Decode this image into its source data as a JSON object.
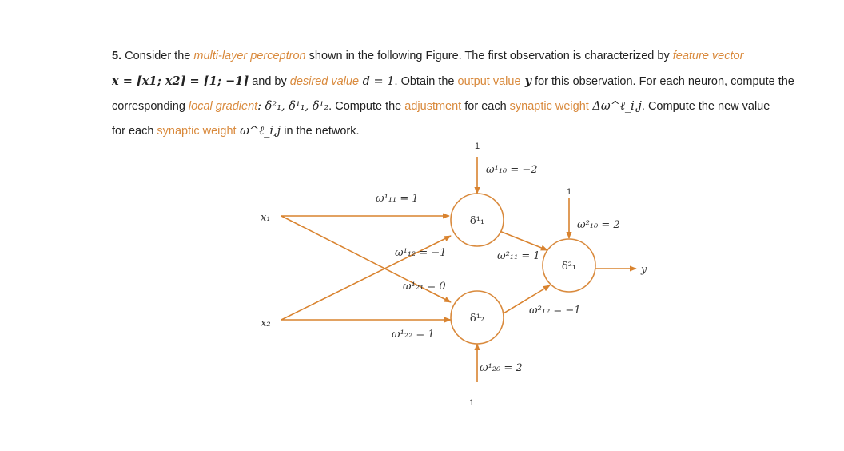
{
  "problem": {
    "number": "5.",
    "lines": [
      {
        "segments": [
          {
            "t": "Consider the ",
            "s": "plain"
          },
          {
            "t": "multi-layer perceptron",
            "s": "hl-i"
          },
          {
            "t": " shown in the following Figure. The first observation is characterized by ",
            "s": "plain"
          },
          {
            "t": "feature vector",
            "s": "hl-i"
          }
        ]
      },
      {
        "segments": [
          {
            "t": "x = [x1; x2] = [1; −1]",
            "s": "math"
          },
          {
            "t": " and by ",
            "s": "plain"
          },
          {
            "t": "desired value",
            "s": "hl-i"
          },
          {
            "t": " d = 1",
            "s": "math"
          },
          {
            "t": ". Obtain the ",
            "s": "plain"
          },
          {
            "t": "output value",
            "s": "hl"
          },
          {
            "t": " y",
            "s": "math"
          },
          {
            "t": " for this observation. For each neuron, compute the",
            "s": "plain"
          }
        ]
      },
      {
        "segments": [
          {
            "t": "corresponding ",
            "s": "plain"
          },
          {
            "t": "local gradient",
            "s": "hl-i"
          },
          {
            "t": ": δ²₁, δ¹₁, δ¹₂",
            "s": "math"
          },
          {
            "t": ". Compute the ",
            "s": "plain"
          },
          {
            "t": "adjustment",
            "s": "hl"
          },
          {
            "t": " for each ",
            "s": "plain"
          },
          {
            "t": "synaptic weight",
            "s": "hl"
          },
          {
            "t": " Δω^ℓ_i,j",
            "s": "math"
          },
          {
            "t": ". Compute the new value",
            "s": "plain"
          }
        ]
      },
      {
        "segments": [
          {
            "t": "for each ",
            "s": "plain"
          },
          {
            "t": "synaptic weight",
            "s": "hl"
          },
          {
            "t": " ω^ℓ_i,j",
            "s": "math"
          },
          {
            "t": " in the network.",
            "s": "plain"
          }
        ]
      }
    ]
  },
  "diagram": {
    "inputs": {
      "x1": "x₁",
      "x2": "x₂"
    },
    "bias_inputs": {
      "top": "1",
      "right": "1",
      "bottom": "1"
    },
    "neurons": {
      "hidden1": "δ¹₁",
      "hidden2": "δ¹₂",
      "output": "δ²₁"
    },
    "weights": {
      "w11_1": "ω¹₁₁ = 1",
      "w12_1": "ω¹₁₂ = −1",
      "w21_1": "ω¹₂₁ = 0",
      "w22_1": "ω¹₂₂ = 1",
      "w10_1": "ω¹₁₀ = −2",
      "w20_1": "ω¹₂₀ = 2",
      "w11_2": "ω²₁₁ = 1",
      "w12_2": "ω²₁₂ = −1",
      "w10_2": "ω²₁₀ = 2"
    },
    "output_label": "y",
    "colors": {
      "edge": "#d9832f",
      "node_border": "#d98a3d",
      "text": "#333333",
      "highlight": "#d98a3d"
    }
  }
}
